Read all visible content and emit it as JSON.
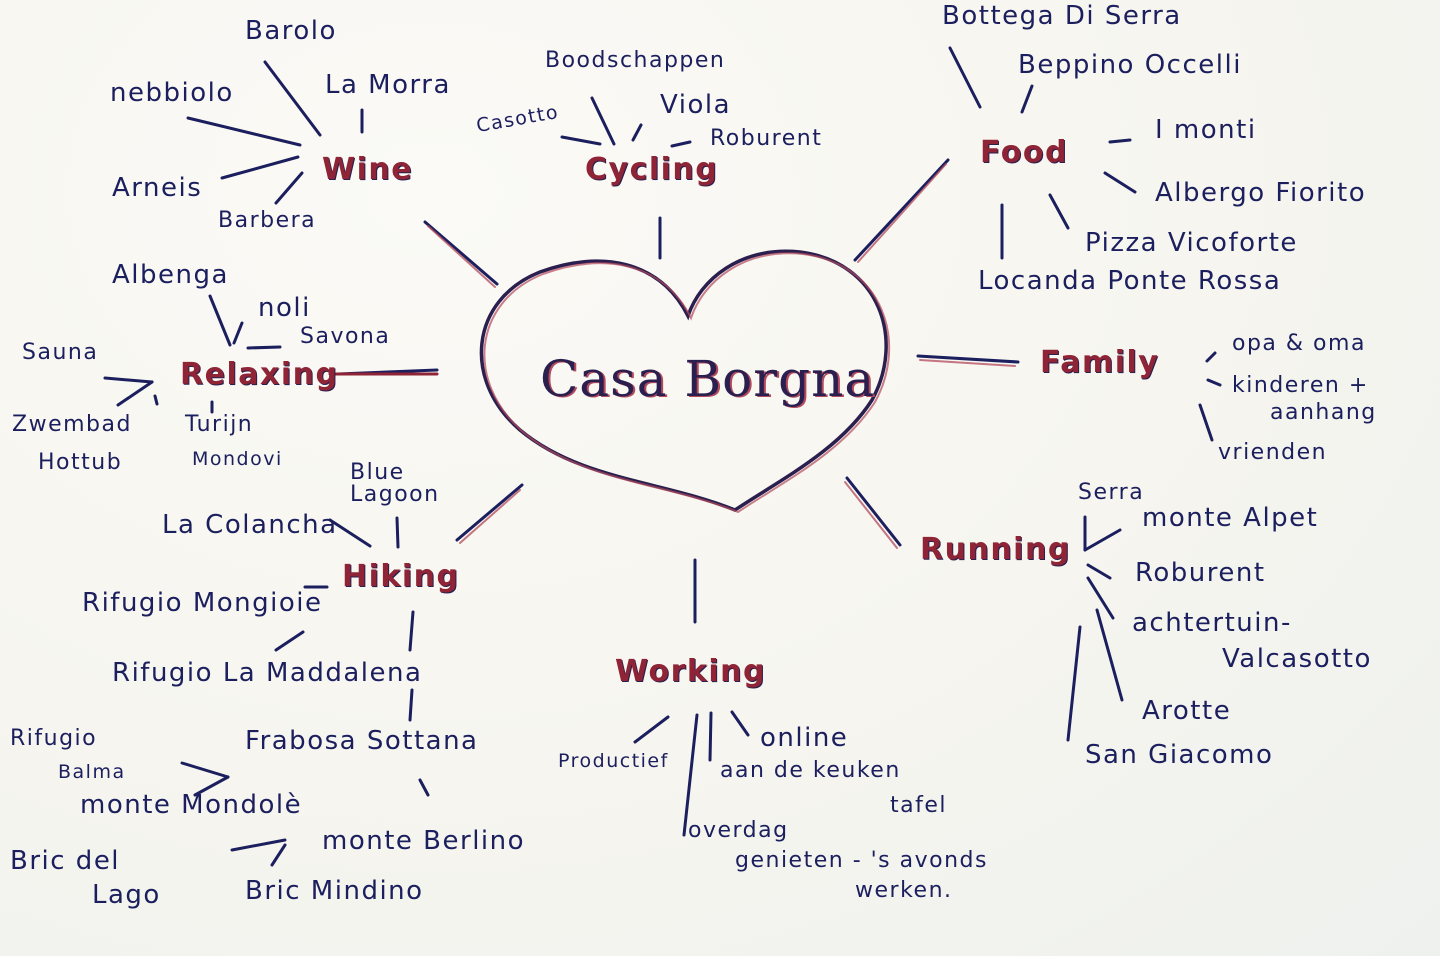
{
  "center": {
    "title": "Casa Borgna",
    "shape": "heart"
  },
  "colors": {
    "ink_blue": "#1c1f5e",
    "ink_red": "#8e2436",
    "paper": "#f7f6f1"
  },
  "categories": {
    "wine": {
      "label": "Wine",
      "items": [
        "Barolo",
        "La Morra",
        "nebbiolo",
        "Arneis",
        "Barbera"
      ]
    },
    "cycling": {
      "label": "Cycling",
      "items": [
        "Boodschappen",
        "Casotto",
        "Viola",
        "Roburent"
      ]
    },
    "food": {
      "label": "Food",
      "items": [
        "Bottega Di Serra",
        "Beppino Occelli",
        "I monti",
        "Albergo Fiorito",
        "Pizza Vicoforte",
        "Locanda Ponte Rossa"
      ]
    },
    "relaxing": {
      "label": "Relaxing",
      "items": [
        "Albenga",
        "noli",
        "Savona",
        "Sauna",
        "Zwembad",
        "Turijn",
        "Hottub",
        "Mondovi",
        "Blue Lagoon"
      ]
    },
    "family": {
      "label": "Family",
      "items": [
        "opa & oma",
        "kinderen +",
        "aanhang",
        "vrienden"
      ]
    },
    "hiking": {
      "label": "Hiking",
      "items": [
        "La Colancha",
        "Rifugio Mongioie",
        "Rifugio La Maddalena",
        "Rifugio",
        "Balma",
        "Frabosa Sottana",
        "monte Mondolè",
        "Bric del",
        "Lago",
        "monte Berlino",
        "Bric Mindino"
      ]
    },
    "working": {
      "label": "Working",
      "items": [
        "Productief",
        "online",
        "aan de keuken",
        "tafel",
        "overdag",
        "genieten - 's avonds",
        "werken."
      ]
    },
    "running": {
      "label": "Running",
      "items": [
        "Serra",
        "monte Alpet",
        "Roburent",
        "achtertuin-",
        "Valcasotto",
        "Arotte",
        "San Giacomo"
      ]
    }
  }
}
